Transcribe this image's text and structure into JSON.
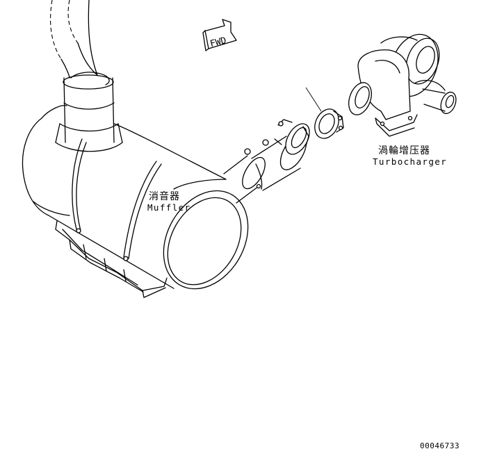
{
  "direction_marker": {
    "text": "FWD"
  },
  "parts": {
    "muffler": {
      "label_zh": "消音器",
      "label_en": "Muffler"
    },
    "turbocharger": {
      "label_zh": "渦輪增压器",
      "label_en": "Turbocharger"
    }
  },
  "drawing_id": "00046733"
}
